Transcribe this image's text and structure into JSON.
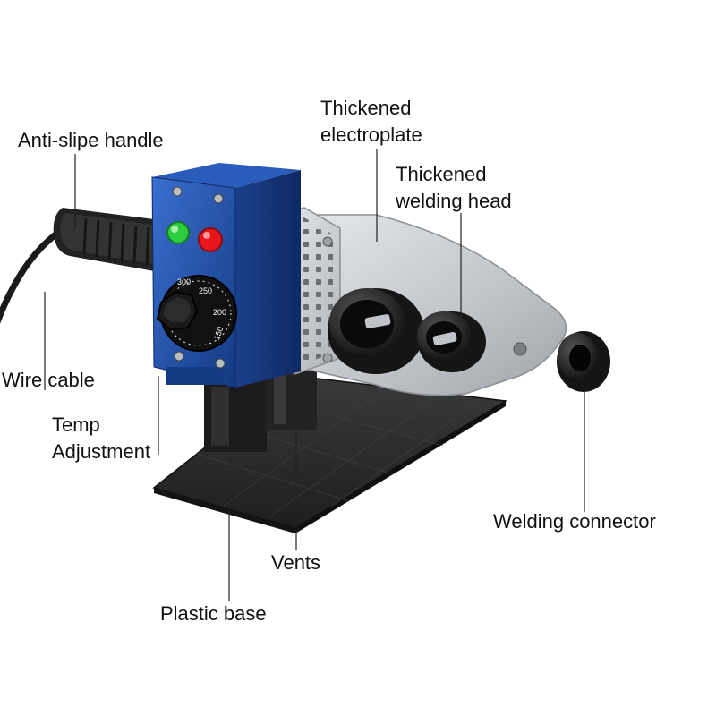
{
  "labels": {
    "anti_slip_handle": "Anti-slipe handle",
    "thickened_electroplate": [
      "Thickened",
      "electroplate"
    ],
    "thickened_welding_head": [
      "Thickened",
      "welding head"
    ],
    "wire_cable": "Wire cable",
    "temp_adjustment": [
      "Temp",
      "Adjustment"
    ],
    "welding_connector": "Welding connector",
    "vents": "Vents",
    "plastic_base": "Plastic base"
  },
  "dial": {
    "marks": [
      "300",
      "250",
      "200",
      "150"
    ]
  },
  "colors": {
    "housing_blue": "#1f4fa8",
    "plate_silver": "#c9ccd0",
    "base_black": "#2b2b2b",
    "led_green": "#2ecc40",
    "led_red": "#e8161c",
    "leader_line": "#222222"
  }
}
